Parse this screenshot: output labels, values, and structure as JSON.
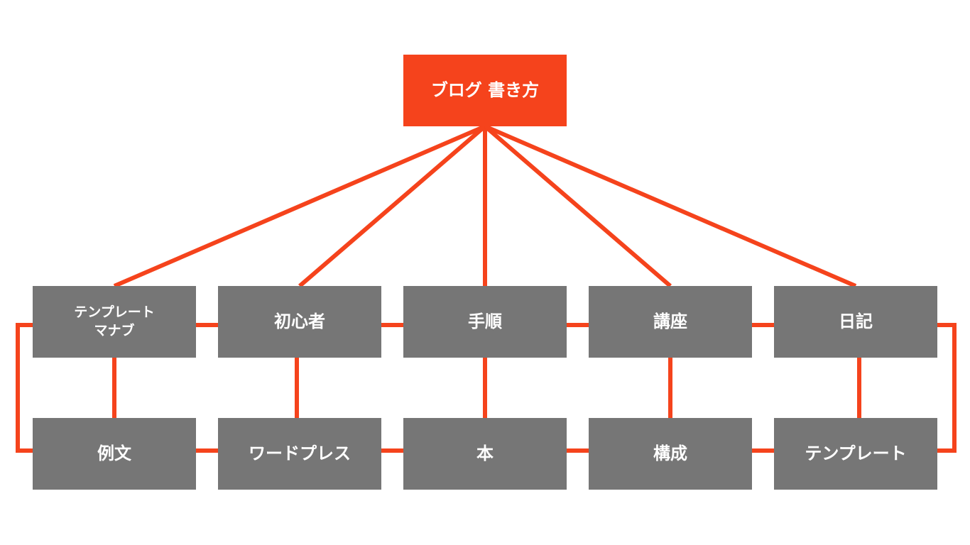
{
  "accent_color": "#f5431c",
  "node_color": "#767676",
  "root": {
    "label": "ブログ 書き方"
  },
  "level1": [
    {
      "line1": "テンプレート",
      "line2": "マナブ"
    },
    {
      "label": "初心者"
    },
    {
      "label": "手順"
    },
    {
      "label": "講座"
    },
    {
      "label": "日記"
    }
  ],
  "level2": [
    {
      "label": "例文"
    },
    {
      "label": "ワードプレス"
    },
    {
      "label": "本"
    },
    {
      "label": "構成"
    },
    {
      "label": "テンプレート"
    }
  ]
}
